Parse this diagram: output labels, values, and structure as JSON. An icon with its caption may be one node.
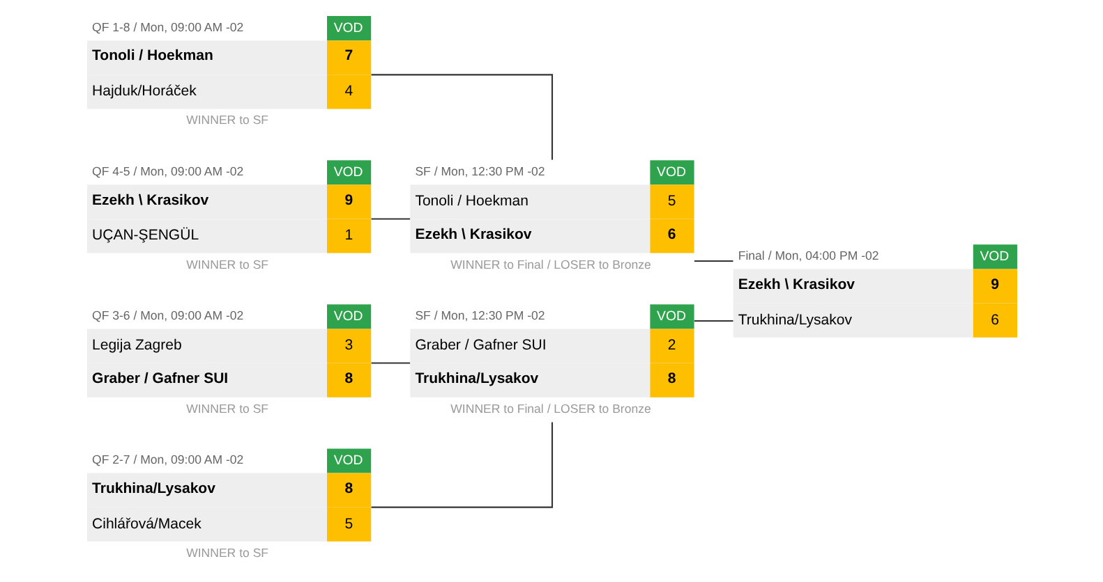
{
  "diagram": {
    "nodes": [
      {
        "text": [
          "QF 1-8 / Mon, 09:00 AM -02",
          "VOD",
          "Tonoli / Hoekman",
          "7",
          "Hajduk/Horáček",
          "4"
        ],
        "beside": [
          "WINNER to SF"
        ]
      },
      {
        "text": [
          "QF 4-5 / Mon, 09:00 AM -02",
          "VOD",
          "Ezekh \\ Krasikov",
          "9",
          "UÇAN-ŞENGÜL",
          "1"
        ],
        "beside": [
          "WINNER to SF"
        ]
      },
      {
        "text": [
          "QF 3-6 / Mon, 09:00 AM -02",
          "VOD",
          "Legija Zagreb",
          "3",
          "Graber / Gafner SUI",
          "8"
        ],
        "beside": [
          "WINNER to SF"
        ]
      },
      {
        "text": [
          "QF 2-7 / Mon, 09:00 AM -02",
          "VOD",
          "Trukhina/Lysakov",
          "8",
          "Cihlářová/Macek",
          "5"
        ],
        "beside": [
          "WINNER to SF"
        ]
      },
      {
        "text": [
          "SF / Mon, 12:30 PM -02",
          "VOD",
          "Tonoli / Hoekman",
          "5",
          "Ezekh \\ Krasikov",
          "6"
        ],
        "beside": [
          "WINNER to Final / LOSER to Bronze"
        ]
      },
      {
        "text": [
          "SF / Mon, 12:30 PM -02",
          "VOD",
          "Graber / Gafner SUI",
          "2",
          "Trukhina/Lysakov",
          "8"
        ],
        "beside": [
          "WINNER to Final / LOSER to Bronze"
        ]
      },
      {
        "text": [
          "Final / Mon, 04:00 PM -02",
          "VOD",
          "Ezekh \\ Krasikov",
          "9",
          "Trukhina/Lysakov",
          "6"
        ]
      }
    ],
    "edges": [
      {
        "from": 0,
        "to": 4,
        "arrow": "none"
      },
      {
        "from": 1,
        "to": 4,
        "arrow": "none"
      },
      {
        "from": 2,
        "to": 5,
        "arrow": "none"
      },
      {
        "from": 3,
        "to": 5,
        "arrow": "none"
      },
      {
        "from": 4,
        "to": 6,
        "arrow": "none"
      },
      {
        "from": 5,
        "to": 6,
        "arrow": "none"
      }
    ]
  }
}
